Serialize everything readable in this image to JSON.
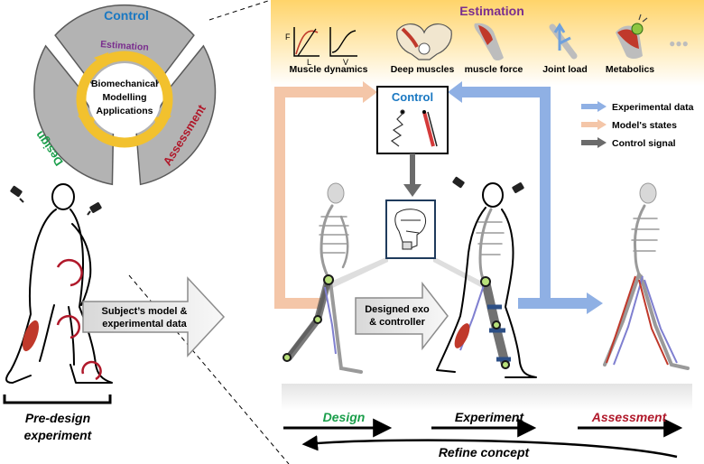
{
  "wheel": {
    "center_lines": [
      "Biomechanical",
      "Modelling",
      "Applications"
    ],
    "ring_estimation": "Estimation",
    "sector_control": "Control",
    "sector_design": "Design",
    "sector_assessment": "Assessment"
  },
  "estimation": {
    "title": "Estimation",
    "items": [
      "Muscle dynamics",
      "Deep muscles",
      "muscle force",
      "Joint load",
      "Metabolics"
    ],
    "graph_axis_labels": [
      "F",
      "L",
      "V"
    ],
    "more": "●●●"
  },
  "control_box": {
    "title": "Control"
  },
  "legend": [
    {
      "label": "Experimental data",
      "color": "#8fb0e4"
    },
    {
      "label": "Model's states",
      "color": "#f4c6a8"
    },
    {
      "label": "Control signal",
      "color": "#6b6b6b"
    }
  ],
  "pre_design": {
    "arrow_lines": [
      "Subject’s model &",
      "experimental data"
    ],
    "label_lines": [
      "Pre-design",
      "experiment"
    ]
  },
  "designed": {
    "arrow_lines": [
      "Designed exo",
      "& controller"
    ]
  },
  "stages": [
    "Design",
    "Experiment",
    "Assessment"
  ],
  "refine": "Refine concept",
  "colors": {
    "control": "#1a78c2",
    "estimation": "#7a2e8e",
    "design": "#1a9e4a",
    "assessment": "#b0182a",
    "wheel_gray": "#b3b3b3",
    "ring_yellow": "#f2c12e",
    "banner_top": "#ffd877"
  }
}
